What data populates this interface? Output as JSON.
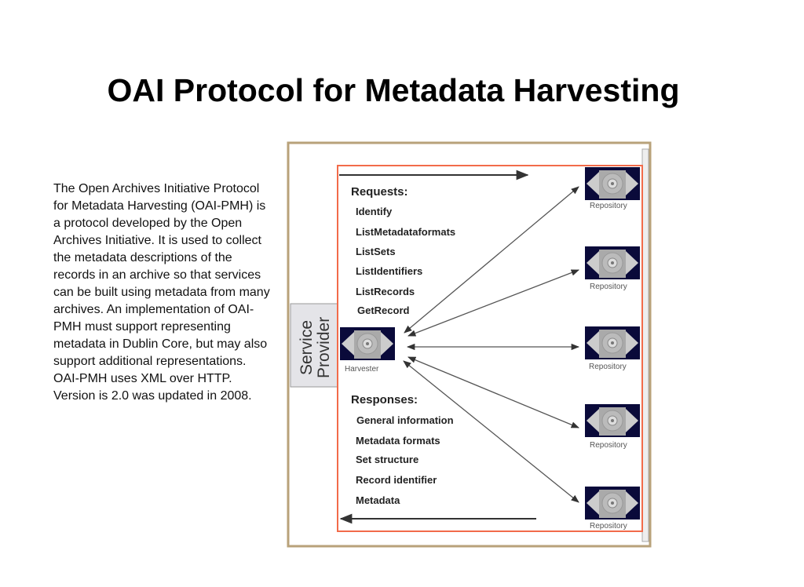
{
  "slide": {
    "title": "OAI Protocol for Metadata Harvesting",
    "description": "The Open Archives Initiative Protocol for Metadata Harvesting (OAI-PMH) is a protocol developed by the Open Archives Initiative. It is used to collect the metadata descriptions of the records in an archive so that services can be built using metadata from many archives. An implementation of OAI-PMH must support representing metadata in Dublin Core, but may also support additional representations. OAI-PMH uses XML over HTTP. Version is 2.0 was updated in 2008."
  },
  "diagram": {
    "service_provider": [
      "Service",
      "Provider"
    ],
    "harvester_label": "Harvester",
    "requests_heading": "Requests:",
    "requests": [
      "Identify",
      "ListMetadataformats",
      "ListSets",
      "ListIdentifiers",
      "ListRecords",
      "GetRecord"
    ],
    "responses_heading": "Responses:",
    "responses": [
      "General information",
      "Metadata formats",
      "Set structure",
      "Record identifier",
      "Metadata"
    ],
    "repository_label": "Repository",
    "colors": {
      "frame": "#f26b4a",
      "icon_bg": "#0a0a3a",
      "border": "#b8a27a"
    }
  }
}
